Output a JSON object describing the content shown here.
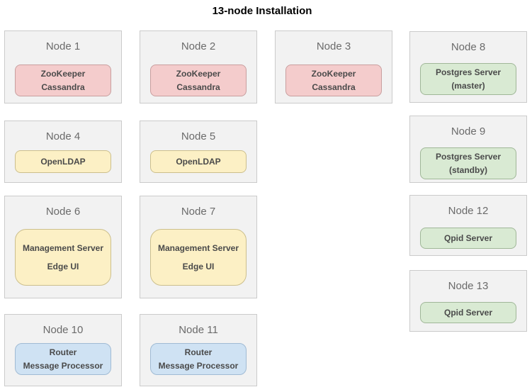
{
  "page": {
    "title": "13-node Installation"
  },
  "colors": {
    "card_bg": "#f2f2f2",
    "card_border": "#cbcbcb",
    "card_title_text": "#6b6b6b",
    "component_text": "#4a4a4a",
    "zookeeper_fill": "#f4cccc",
    "zookeeper_border": "#c89f9f",
    "openldap_fill": "#fcf0c5",
    "openldap_border": "#ccbf8d",
    "postgres_fill": "#d9ead3",
    "postgres_border": "#a0b798",
    "router_fill": "#cfe2f3",
    "router_border": "#a0bbd4"
  },
  "nodes": [
    {
      "label": "Node 1",
      "component": {
        "kind": "zookeeper-cassandra",
        "lines": [
          "ZooKeeper",
          "Cassandra"
        ]
      }
    },
    {
      "label": "Node 2",
      "component": {
        "kind": "zookeeper-cassandra",
        "lines": [
          "ZooKeeper",
          "Cassandra"
        ]
      }
    },
    {
      "label": "Node 3",
      "component": {
        "kind": "zookeeper-cassandra",
        "lines": [
          "ZooKeeper",
          "Cassandra"
        ]
      }
    },
    {
      "label": "Node 4",
      "component": {
        "kind": "openldap",
        "lines": [
          "OpenLDAP"
        ]
      }
    },
    {
      "label": "Node 5",
      "component": {
        "kind": "openldap",
        "lines": [
          "OpenLDAP"
        ]
      }
    },
    {
      "label": "Node 6",
      "component": {
        "kind": "management-server",
        "lines": [
          "Management Server",
          "Edge UI"
        ]
      }
    },
    {
      "label": "Node 7",
      "component": {
        "kind": "management-server",
        "lines": [
          "Management Server",
          "Edge UI"
        ]
      }
    },
    {
      "label": "Node 8",
      "component": {
        "kind": "postgres",
        "lines": [
          "Postgres Server",
          "(master)"
        ]
      }
    },
    {
      "label": "Node 9",
      "component": {
        "kind": "postgres",
        "lines": [
          "Postgres Server",
          "(standby)"
        ]
      }
    },
    {
      "label": "Node 10",
      "component": {
        "kind": "router",
        "lines": [
          "Router",
          "Message Processor"
        ]
      }
    },
    {
      "label": "Node 11",
      "component": {
        "kind": "router",
        "lines": [
          "Router",
          "Message Processor"
        ]
      }
    },
    {
      "label": "Node 12",
      "component": {
        "kind": "qpid",
        "lines": [
          "Qpid Server"
        ]
      }
    },
    {
      "label": "Node 13",
      "component": {
        "kind": "qpid",
        "lines": [
          "Qpid Server"
        ]
      }
    }
  ]
}
